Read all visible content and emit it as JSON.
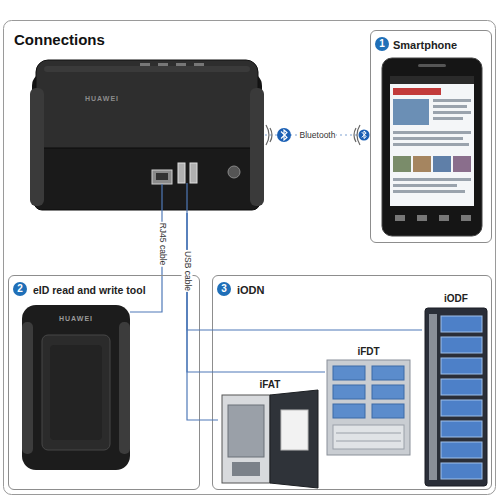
{
  "diagram": {
    "title": "Connections",
    "nodes": [
      {
        "text": [
          "HUAWEI"
        ]
      },
      {
        "text": [
          "Smartphone"
        ]
      },
      {
        "text": [
          "eID read and write tool"
        ]
      },
      {
        "text": [
          "iODN"
        ]
      },
      {
        "text": [
          "iODF"
        ],
        "in": 3
      },
      {
        "text": [
          "iFDT"
        ],
        "in": 3
      },
      {
        "text": [
          "iFAT"
        ],
        "in": 3
      }
    ],
    "edges": [
      {
        "from": 0,
        "to": 1,
        "label": "Bluetooth",
        "arrow": "none"
      },
      {
        "from": 0,
        "to": 2,
        "label": "RJ45 cable",
        "arrow": "none"
      },
      {
        "from": 0,
        "to": 4,
        "arrow": "none"
      },
      {
        "from": 0,
        "to": 5,
        "arrow": "none"
      },
      {
        "from": 0,
        "to": 6,
        "label": "USB cable",
        "arrow": "none"
      }
    ],
    "labels": [
      "1",
      "2",
      "3",
      "HUAWEI"
    ]
  }
}
